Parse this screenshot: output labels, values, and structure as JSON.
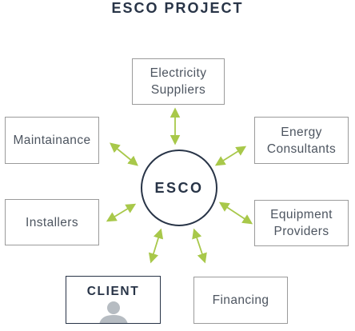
{
  "title": "ESCO PROJECT",
  "hub": {
    "label": "ESCO"
  },
  "nodes": {
    "electricity_suppliers": "Electricity\nSuppliers",
    "maintainance": "Maintainance",
    "energy_consultants": "Energy\nConsultants",
    "installers": "Installers",
    "equipment_providers": "Equipment\nProviders",
    "client": "CLIENT",
    "financing": "Financing"
  },
  "colors": {
    "navy": "#283447",
    "arrow": "#a8c84a",
    "box_border": "#9b9b9b",
    "text": "#4d5560",
    "avatar": "#b6bcc2"
  },
  "icons": {
    "client_avatar": "person-silhouette-icon"
  }
}
